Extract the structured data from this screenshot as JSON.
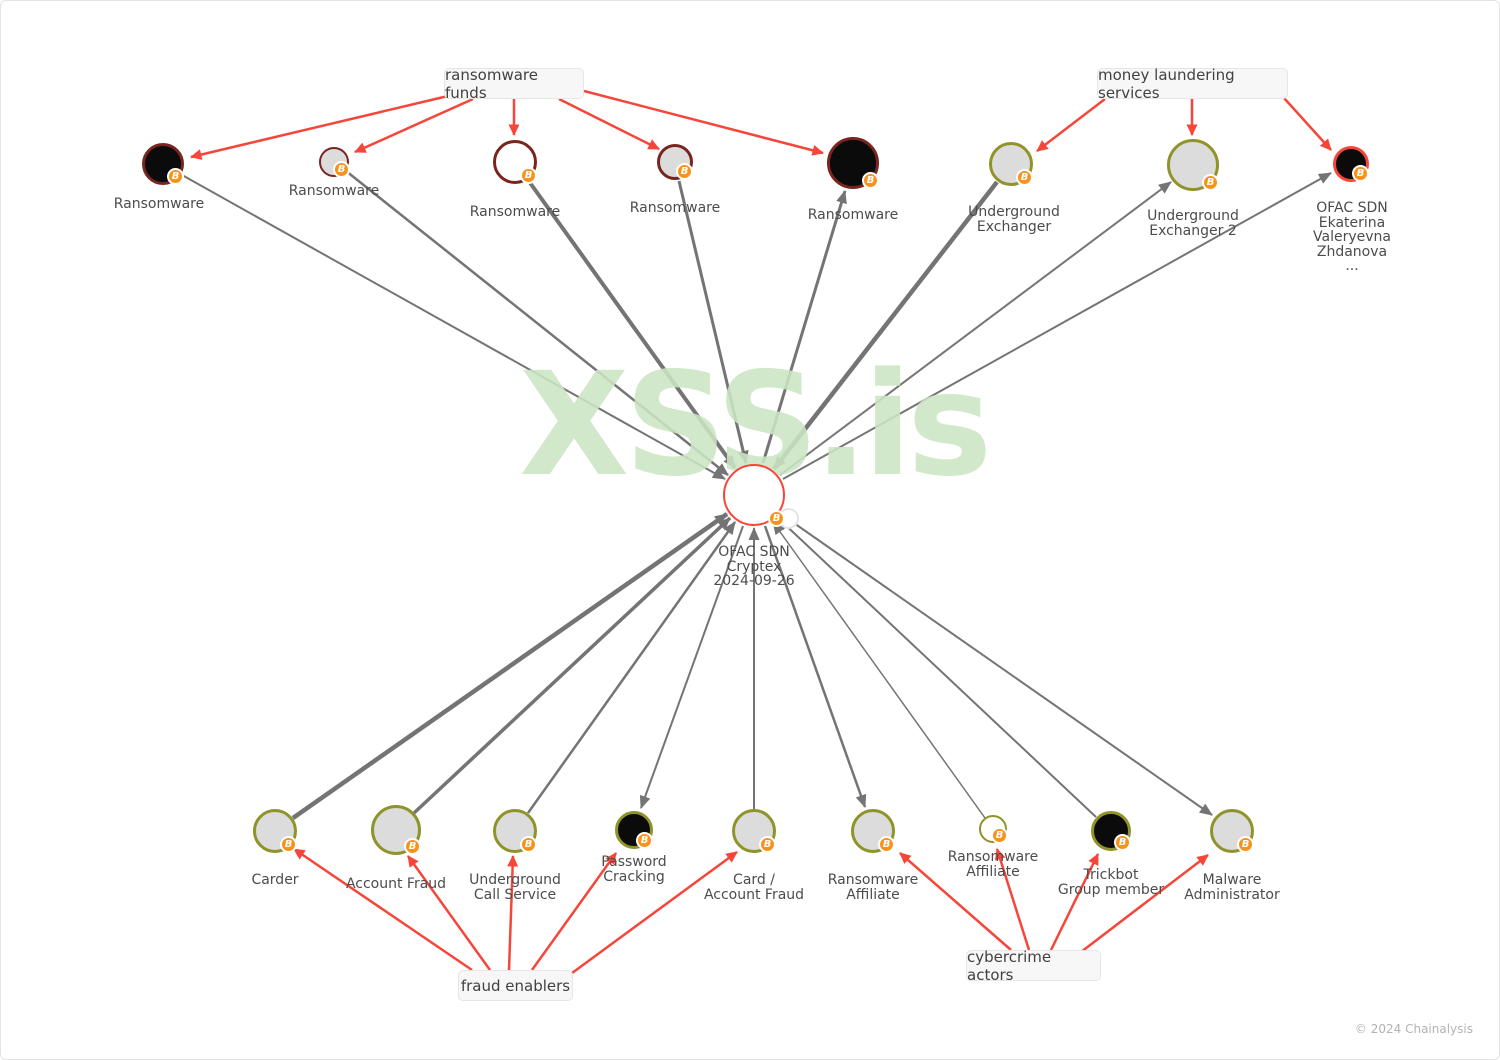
{
  "watermark": "XSS.is",
  "copyright": "© 2024 Chainalysis",
  "badge_glyph": "B",
  "colors": {
    "red_arrow": "#f6463a",
    "gray_edge": "#747474",
    "ring_dark_red": "#79251f",
    "ring_olive": "#90922a",
    "ring_red": "#f6463a",
    "node_gray": "#dcdcdc",
    "node_black": "#0b0b0b",
    "node_white": "#ffffff",
    "bitcoin_orange": "#f7931a",
    "watermark_green": "#cbe5c3",
    "label_text": "#4c4c4c",
    "box_background": "#f7f7f7"
  },
  "group_labels": {
    "ransomware_funds": "ransomware funds",
    "money_laundering_services": "money laundering services",
    "fraud_enablers": "fraud enablers",
    "cybercrime_actors": "cybercrime actors"
  },
  "nodes": [
    {
      "id": "ransomware-1",
      "label": "Ransomware"
    },
    {
      "id": "ransomware-2",
      "label": "Ransomware"
    },
    {
      "id": "ransomware-3",
      "label": "Ransomware"
    },
    {
      "id": "ransomware-4",
      "label": "Ransomware"
    },
    {
      "id": "ransomware-5",
      "label": "Ransomware"
    },
    {
      "id": "underground-exchanger",
      "label": "Underground\nExchanger"
    },
    {
      "id": "underground-exchanger-2",
      "label": "Underground\nExchanger 2"
    },
    {
      "id": "ofac-sdn-zhdanova",
      "label": "OFAC SDN\nEkaterina\nValeryevna\nZhdanova\n..."
    },
    {
      "id": "ofac-sdn-cryptex",
      "label": "OFAC SDN\nCryptex\n2024-09-26"
    },
    {
      "id": "carder",
      "label": "Carder"
    },
    {
      "id": "account-fraud",
      "label": "Account Fraud"
    },
    {
      "id": "underground-call-service",
      "label": "Underground\nCall Service"
    },
    {
      "id": "password-cracking",
      "label": "Password\nCracking"
    },
    {
      "id": "card-account-fraud",
      "label": "Card /\nAccount Fraud"
    },
    {
      "id": "ransomware-affiliate",
      "label": "Ransomware\nAffiliate"
    },
    {
      "id": "ransomware-affiliate-2",
      "label": "Ransomware\nAffiliate"
    },
    {
      "id": "trickbot-group-member",
      "label": "Trickbot\nGroup member"
    },
    {
      "id": "malware-administrator",
      "label": "Malware\nAdministrator"
    }
  ]
}
